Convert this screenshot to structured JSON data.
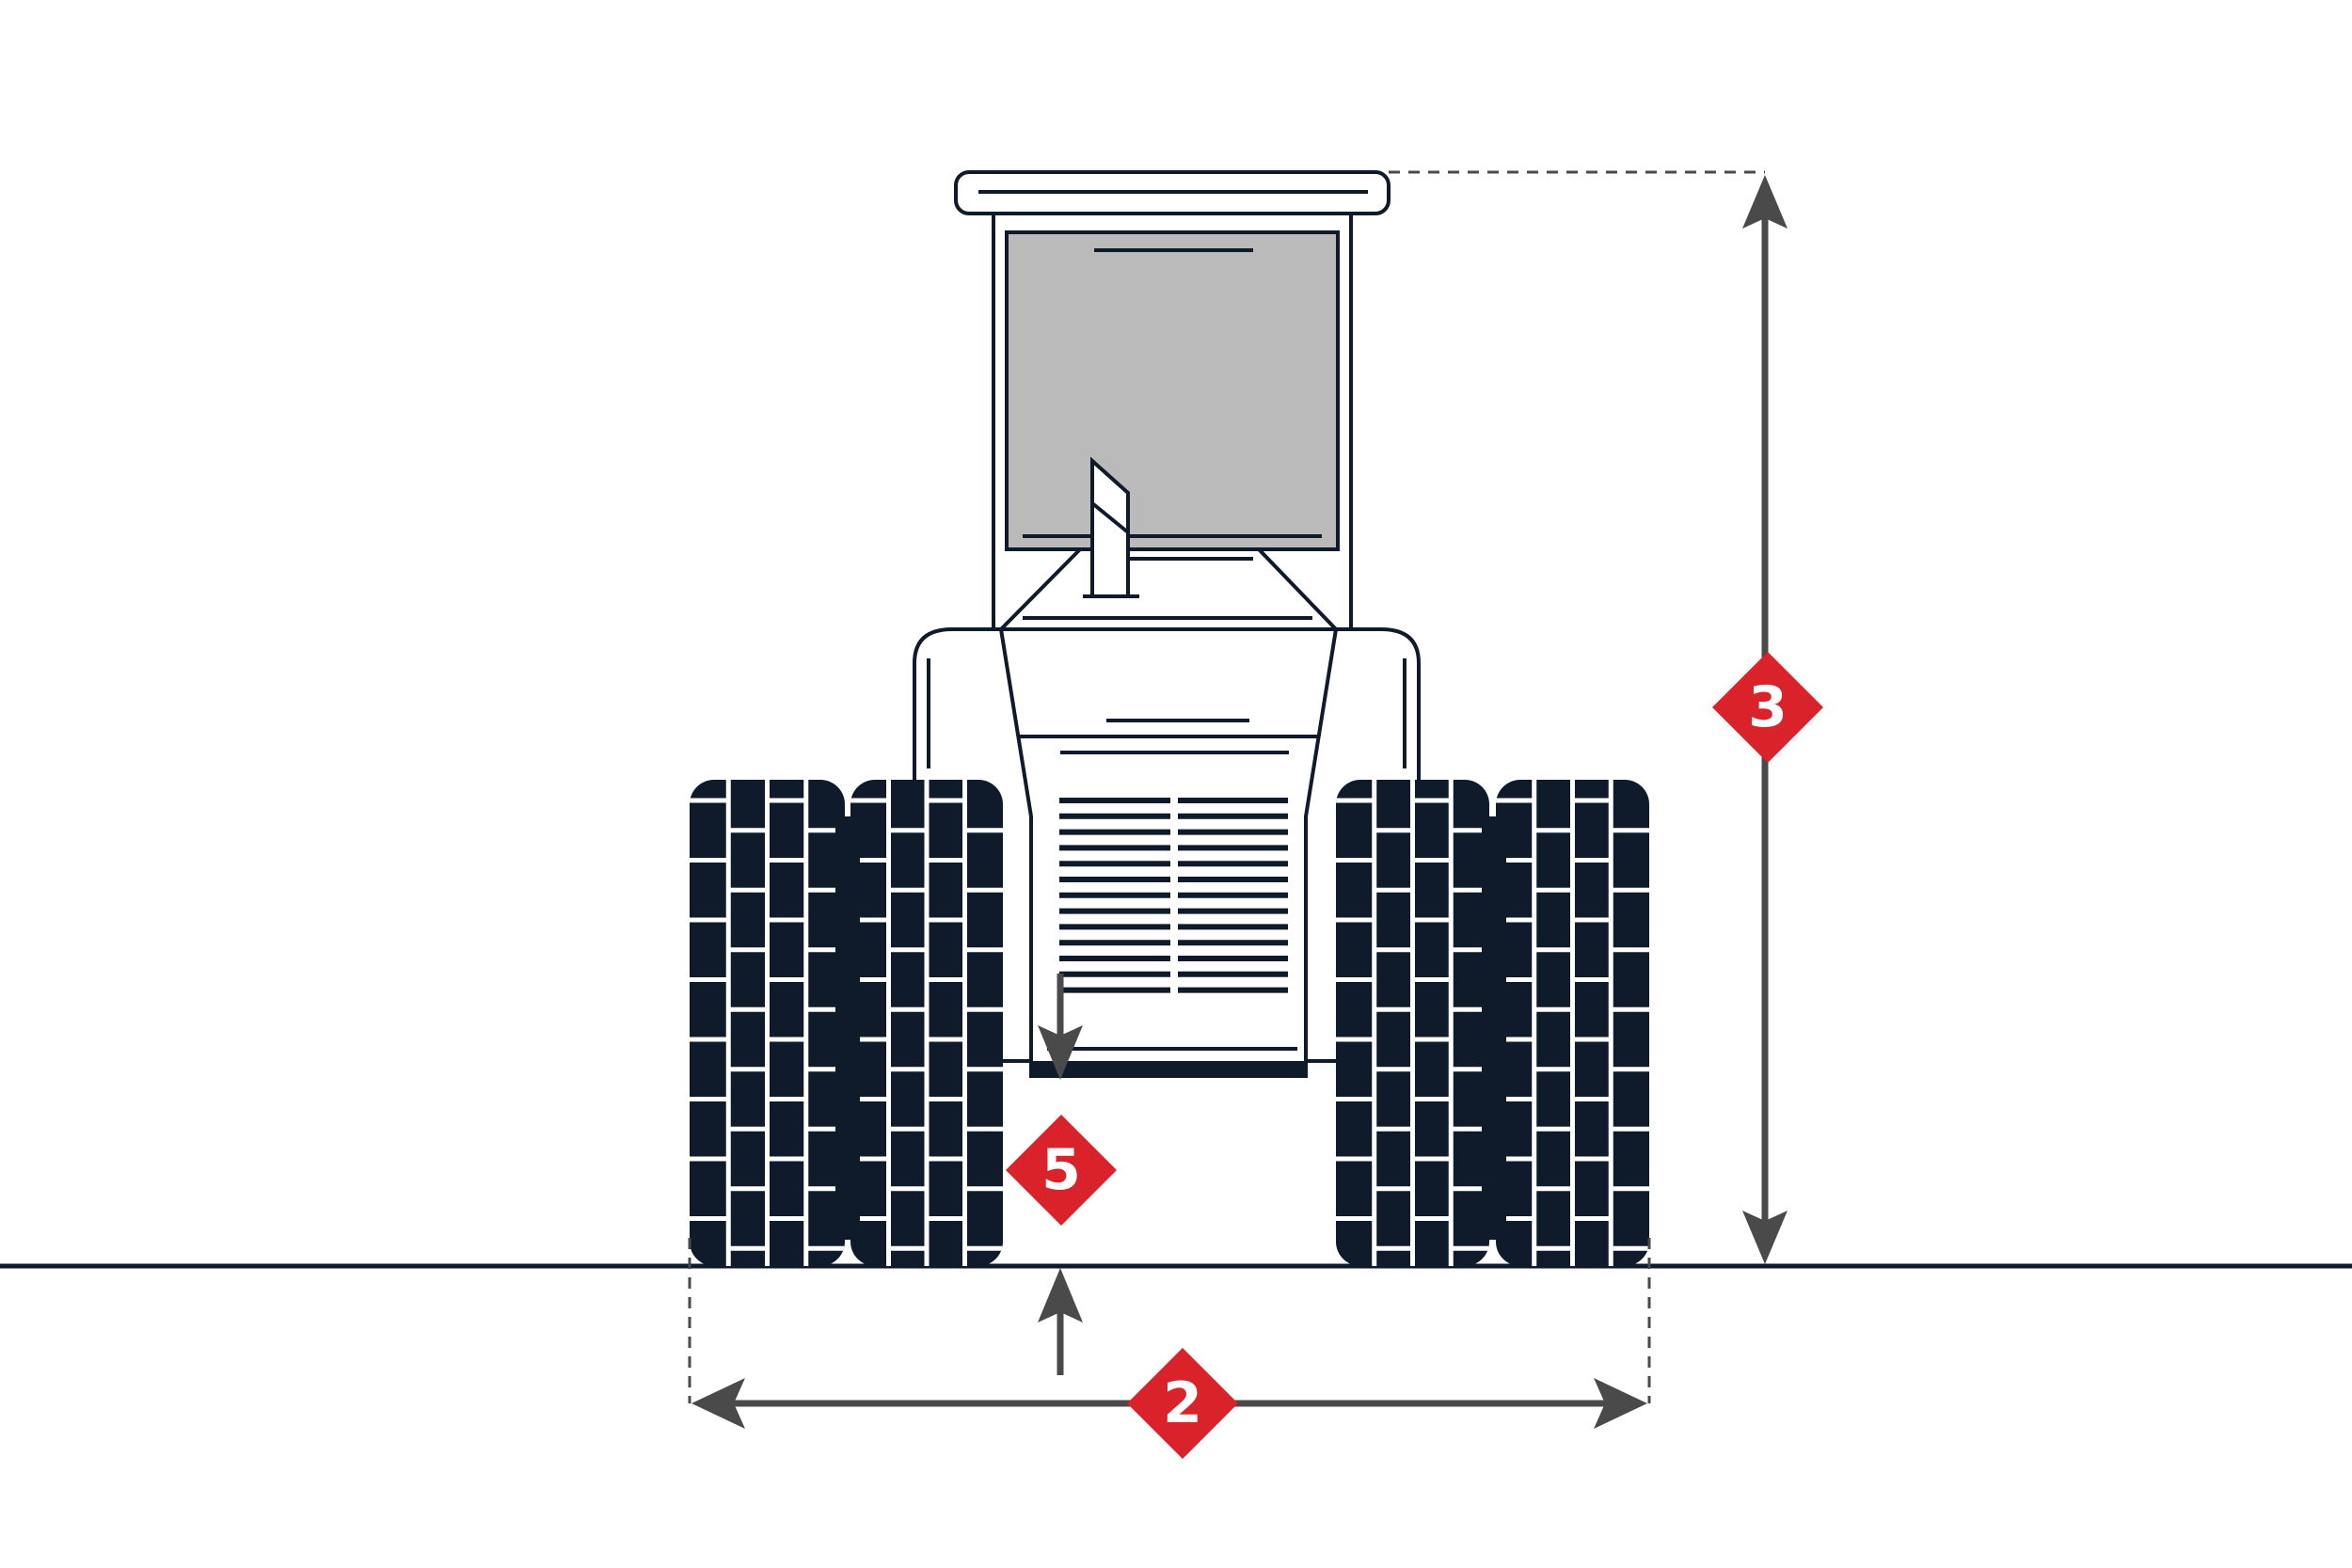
{
  "diagram": {
    "subject": "tractor-front-view",
    "colors": {
      "line": "#0f1a2b",
      "tire": "#0f1a2b",
      "window": "#bababa",
      "dimension": "#4a4a4a",
      "badge": "#d9222a",
      "badge_text": "#ffffff"
    },
    "badges": {
      "track_width": "2",
      "height": "3",
      "ground_clearance": "5"
    }
  }
}
